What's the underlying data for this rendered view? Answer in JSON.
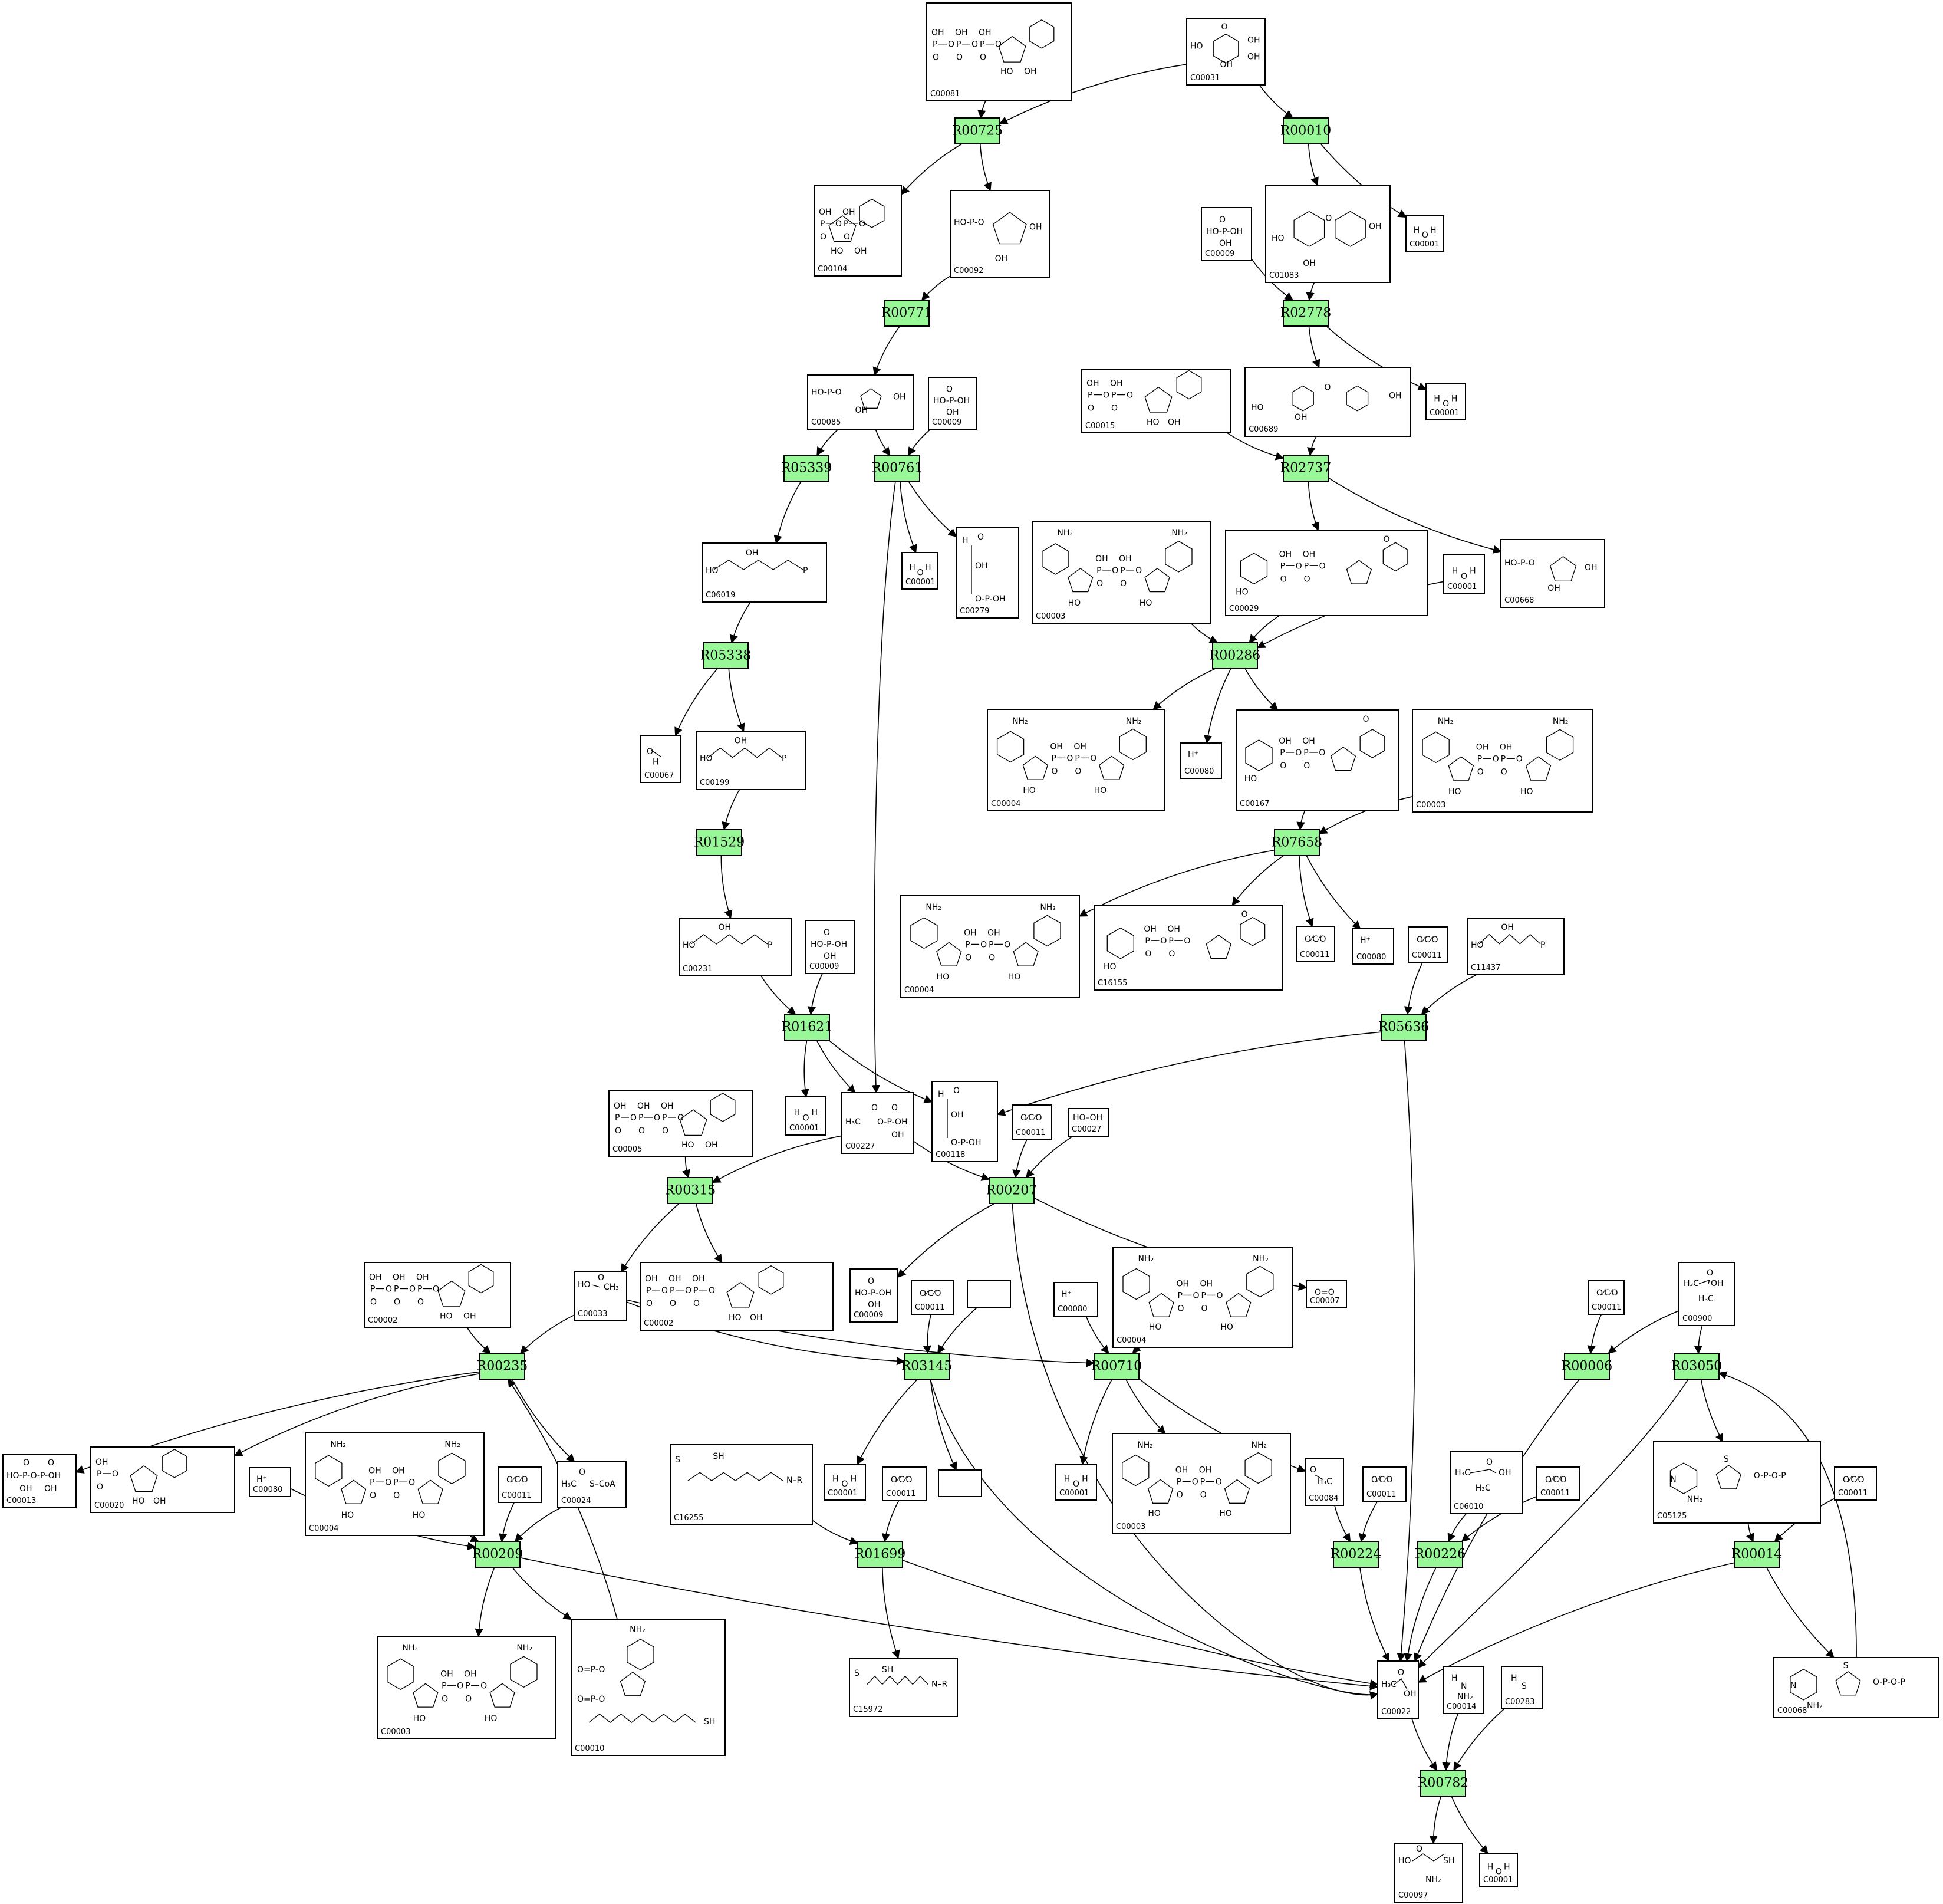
{
  "diagram": {
    "reactions": [
      {
        "id": "R00725",
        "label": "R00725"
      },
      {
        "id": "R00010",
        "label": "R00010"
      },
      {
        "id": "R00771",
        "label": "R00771"
      },
      {
        "id": "R02778",
        "label": "R02778"
      },
      {
        "id": "R05339",
        "label": "R05339"
      },
      {
        "id": "R00761",
        "label": "R00761"
      },
      {
        "id": "R02737",
        "label": "R02737"
      },
      {
        "id": "R05338",
        "label": "R05338"
      },
      {
        "id": "R00286",
        "label": "R00286"
      },
      {
        "id": "R01529",
        "label": "R01529"
      },
      {
        "id": "R07658",
        "label": "R07658"
      },
      {
        "id": "R01621",
        "label": "R01621"
      },
      {
        "id": "R05636",
        "label": "R05636"
      },
      {
        "id": "R00315",
        "label": "R00315"
      },
      {
        "id": "R00207",
        "label": "R00207"
      },
      {
        "id": "R00235",
        "label": "R00235"
      },
      {
        "id": "R03145",
        "label": "R03145"
      },
      {
        "id": "R00710",
        "label": "R00710"
      },
      {
        "id": "R00006",
        "label": "R00006"
      },
      {
        "id": "R03050",
        "label": "R03050"
      },
      {
        "id": "R00209",
        "label": "R00209"
      },
      {
        "id": "R01699",
        "label": "R01699"
      },
      {
        "id": "R00224",
        "label": "R00224"
      },
      {
        "id": "R00226",
        "label": "R00226"
      },
      {
        "id": "R00014",
        "label": "R00014"
      },
      {
        "id": "R00782",
        "label": "R00782"
      }
    ],
    "compounds": [
      {
        "id": "c_C00081",
        "label": "C00081",
        "mol": "nucleotide3"
      },
      {
        "id": "c_C00031",
        "label": "C00031",
        "mol": "sugar"
      },
      {
        "id": "c_C00104",
        "label": "C00104",
        "mol": "nucleotide2"
      },
      {
        "id": "c_C00092",
        "label": "C00092",
        "mol": "sugarP"
      },
      {
        "id": "c_C01083",
        "label": "C01083",
        "mol": "disaccharide"
      },
      {
        "id": "c_C00001_a",
        "label": "C00001",
        "mol": "water"
      },
      {
        "id": "c_C00009_a",
        "label": "C00009",
        "mol": "phosphate"
      },
      {
        "id": "c_C00001_b",
        "label": "C00001",
        "mol": "water"
      },
      {
        "id": "c_C00085",
        "label": "C00085",
        "mol": "sugarP"
      },
      {
        "id": "c_C00009_b",
        "label": "C00009",
        "mol": "phosphate"
      },
      {
        "id": "c_C00015",
        "label": "C00015",
        "mol": "nucleotide2"
      },
      {
        "id": "c_C00689",
        "label": "C00689",
        "mol": "disaccharide"
      },
      {
        "id": "c_C06019",
        "label": "C06019",
        "mol": "chain"
      },
      {
        "id": "c_C00001_c",
        "label": "C00001",
        "mol": "water"
      },
      {
        "id": "c_C00279",
        "label": "C00279",
        "mol": "chainTall"
      },
      {
        "id": "c_C00003_a",
        "label": "C00003",
        "mol": "dinucleotide"
      },
      {
        "id": "c_C00029",
        "label": "C00029",
        "mol": "nucleotideSugar"
      },
      {
        "id": "c_C00001_d",
        "label": "C00001",
        "mol": "water"
      },
      {
        "id": "c_C00668",
        "label": "C00668",
        "mol": "sugarP"
      },
      {
        "id": "c_C00067",
        "label": "C00067",
        "mol": "small"
      },
      {
        "id": "c_C00199",
        "label": "C00199",
        "mol": "chain"
      },
      {
        "id": "c_C00004_a",
        "label": "C00004",
        "mol": "dinucleotide"
      },
      {
        "id": "c_C00080_a",
        "label": "C00080",
        "mol": "proton"
      },
      {
        "id": "c_C00167",
        "label": "C00167",
        "mol": "nucleotideSugar"
      },
      {
        "id": "c_C00003_b",
        "label": "C00003",
        "mol": "dinucleotide"
      },
      {
        "id": "c_C00231",
        "label": "C00231",
        "mol": "chain"
      },
      {
        "id": "c_C00009_c",
        "label": "C00009",
        "mol": "phosphate"
      },
      {
        "id": "c_C00004_b",
        "label": "C00004",
        "mol": "dinucleotide"
      },
      {
        "id": "c_C16155",
        "label": "C16155",
        "mol": "nucleotideSugar"
      },
      {
        "id": "c_C00011_a",
        "label": "C00011",
        "mol": "co2"
      },
      {
        "id": "c_C00080_b",
        "label": "C00080",
        "mol": "proton"
      },
      {
        "id": "c_C00011_b",
        "label": "C00011",
        "mol": "co2"
      },
      {
        "id": "c_C11437",
        "label": "C11437",
        "mol": "chain"
      },
      {
        "id": "c_C00005",
        "label": "C00005",
        "mol": "nucleotide3"
      },
      {
        "id": "c_C00001_e",
        "label": "C00001",
        "mol": "water"
      },
      {
        "id": "c_C00227",
        "label": "C00227",
        "mol": "acetylP"
      },
      {
        "id": "c_C00118",
        "label": "C00118",
        "mol": "chainTall"
      },
      {
        "id": "c_C00011_c",
        "label": "C00011",
        "mol": "co2"
      },
      {
        "id": "c_C00027",
        "label": "C00027",
        "mol": "peroxide"
      },
      {
        "id": "c_C00002_a",
        "label": "C00002",
        "mol": "nucleotide3"
      },
      {
        "id": "c_C00033",
        "label": "C00033",
        "mol": "acetate"
      },
      {
        "id": "c_C00002_b",
        "label": "C00002",
        "mol": "nucleotide3"
      },
      {
        "id": "c_C00009_d",
        "label": "C00009",
        "mol": "phosphate"
      },
      {
        "id": "c_C00011_d",
        "label": "C00011",
        "mol": "co2"
      },
      {
        "id": "c_blank_a",
        "label": "",
        "mol": "none"
      },
      {
        "id": "c_C00080_c",
        "label": "C00080",
        "mol": "proton"
      },
      {
        "id": "c_C00004_c",
        "label": "C00004",
        "mol": "dinucleotide"
      },
      {
        "id": "c_C00007",
        "label": "C00007",
        "mol": "oxygen"
      },
      {
        "id": "c_C00011_e",
        "label": "C00011",
        "mol": "co2"
      },
      {
        "id": "c_C00900",
        "label": "C00900",
        "mol": "ketoacid"
      },
      {
        "id": "c_C00013",
        "label": "C00013",
        "mol": "pyrophosphate"
      },
      {
        "id": "c_C00020",
        "label": "C00020",
        "mol": "nucleotide1"
      },
      {
        "id": "c_C00080_d",
        "label": "C00080",
        "mol": "proton"
      },
      {
        "id": "c_C00004_d",
        "label": "C00004",
        "mol": "dinucleotide"
      },
      {
        "id": "c_C00011_f",
        "label": "C00011",
        "mol": "co2"
      },
      {
        "id": "c_C00024",
        "label": "C00024",
        "mol": "acetylcoa"
      },
      {
        "id": "c_C16255",
        "label": "C16255",
        "mol": "lipoyl"
      },
      {
        "id": "c_C00001_f",
        "label": "C00001",
        "mol": "water"
      },
      {
        "id": "c_C00011_g",
        "label": "C00011",
        "mol": "co2"
      },
      {
        "id": "c_blank_b",
        "label": "",
        "mol": "none"
      },
      {
        "id": "c_C00001_g",
        "label": "C00001",
        "mol": "water"
      },
      {
        "id": "c_C00003_c",
        "label": "C00003",
        "mol": "dinucleotide"
      },
      {
        "id": "c_C00084",
        "label": "C00084",
        "mol": "aldehyde"
      },
      {
        "id": "c_C00011_h",
        "label": "C00011",
        "mol": "co2"
      },
      {
        "id": "c_C06010",
        "label": "C06010",
        "mol": "ketoacid"
      },
      {
        "id": "c_C00011_i",
        "label": "C00011",
        "mol": "co2"
      },
      {
        "id": "c_C05125",
        "label": "C05125",
        "mol": "thiamine"
      },
      {
        "id": "c_C00011_j",
        "label": "C00011",
        "mol": "co2"
      },
      {
        "id": "c_C00003_d",
        "label": "C00003",
        "mol": "dinucleotide"
      },
      {
        "id": "c_C00010",
        "label": "C00010",
        "mol": "coa"
      },
      {
        "id": "c_C15972",
        "label": "C15972",
        "mol": "lipoyl"
      },
      {
        "id": "c_C00022",
        "label": "C00022",
        "mol": "pyruvate"
      },
      {
        "id": "c_C00014",
        "label": "C00014",
        "mol": "ammonia"
      },
      {
        "id": "c_C00283",
        "label": "C00283",
        "mol": "h2s"
      },
      {
        "id": "c_C00068",
        "label": "C00068",
        "mol": "thiamine"
      },
      {
        "id": "c_C00097",
        "label": "C00097",
        "mol": "cysteine"
      },
      {
        "id": "c_C00001_h",
        "label": "C00001",
        "mol": "water"
      }
    ]
  }
}
